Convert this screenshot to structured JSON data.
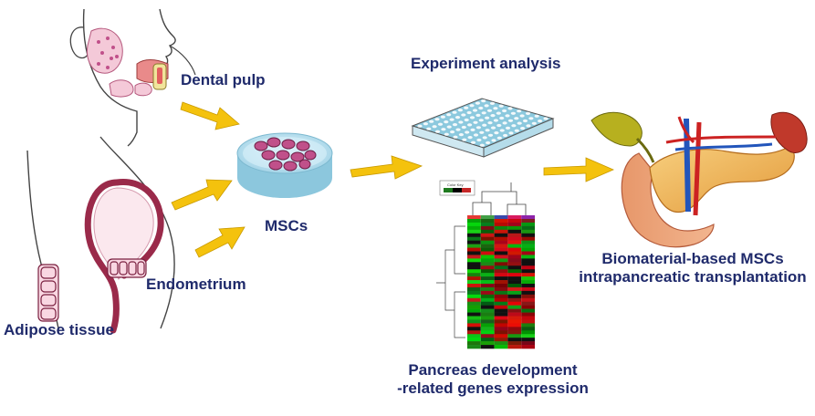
{
  "labels": {
    "dental_pulp": "Dental pulp",
    "adipose_tissue": "Adipose tissue",
    "endometrium": "Endometrium",
    "mscs": "MSCs",
    "experiment_analysis": "Experiment analysis",
    "genes_line1": "Pancreas development",
    "genes_line2": "-related genes expression",
    "transplant_line1": "Biomaterial-based MSCs",
    "transplant_line2": "intrapancreatic transplantation"
  },
  "heatmap": {
    "key_title": "Color Key",
    "column_colors": [
      "#e53935",
      "#43a047",
      "#3949ab",
      "#d81b60",
      "#8e24aa"
    ]
  },
  "colors": {
    "label_text": "#1f2a6b",
    "arrow": "#f4c20d",
    "dish": "#bfe3f0",
    "cell": "#c0508a",
    "plate": "#a9dbe9",
    "heat_green": "#1f7a1f",
    "heat_red": "#c62828",
    "pancreas": "#f2b65a",
    "gallbladder": "#b7b01f",
    "spleen": "#c0392b"
  }
}
